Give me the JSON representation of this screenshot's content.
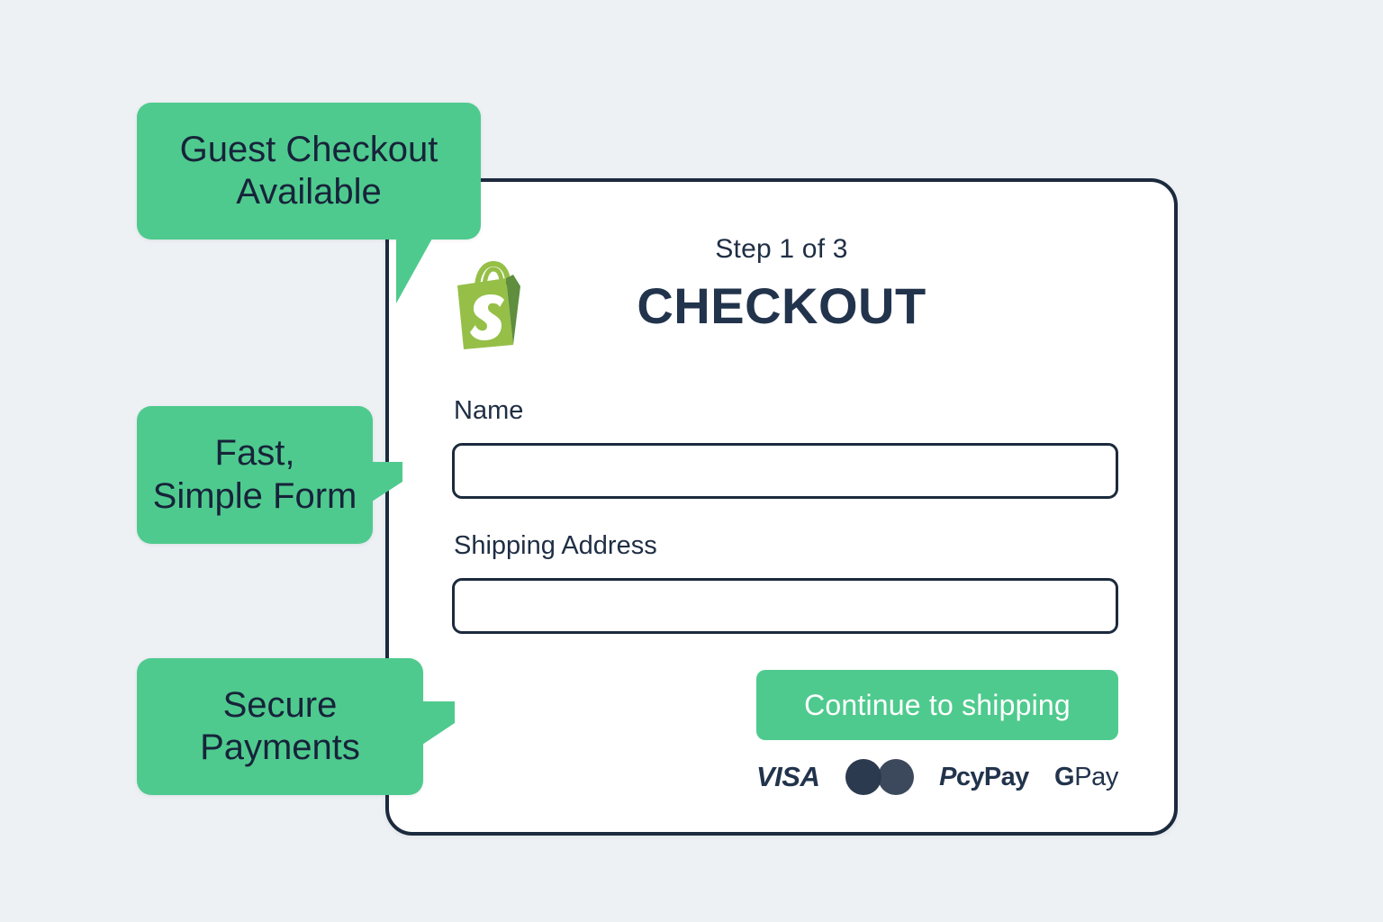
{
  "theme": {
    "background": "#edf1f4",
    "accent_green": "#4fca8e",
    "ink_navy": "#1c2a3e",
    "card_background": "#ffffff",
    "shopify_green_light": "#95bf47",
    "shopify_green_dark": "#5e8e3e"
  },
  "callouts": [
    {
      "name": "guest-checkout",
      "lines": [
        "Guest Checkout",
        "Available"
      ],
      "tail": "down"
    },
    {
      "name": "fast-simple-form",
      "lines": [
        "Fast,",
        "Simple Form"
      ],
      "tail": "right"
    },
    {
      "name": "secure-payments",
      "lines": [
        "Secure",
        "Payments"
      ],
      "tail": "right"
    }
  ],
  "card": {
    "logo_alt": "shopify-bag-icon",
    "step_label": "Step 1 of 3",
    "title": "CHECKOUT",
    "fields": [
      {
        "label": "Name",
        "value": "",
        "placeholder": ""
      },
      {
        "label": "Shipping Address",
        "value": "",
        "placeholder": ""
      }
    ],
    "cta_label": "Continue to shipping",
    "payment_methods": [
      {
        "name": "visa",
        "label": "VISA"
      },
      {
        "name": "mastercard",
        "label": ""
      },
      {
        "name": "paypal",
        "label_part_1": "P",
        "label_part_2": "cyPay"
      },
      {
        "name": "gpay",
        "label_part_1": "G",
        "label_part_2": "Pay"
      }
    ]
  }
}
